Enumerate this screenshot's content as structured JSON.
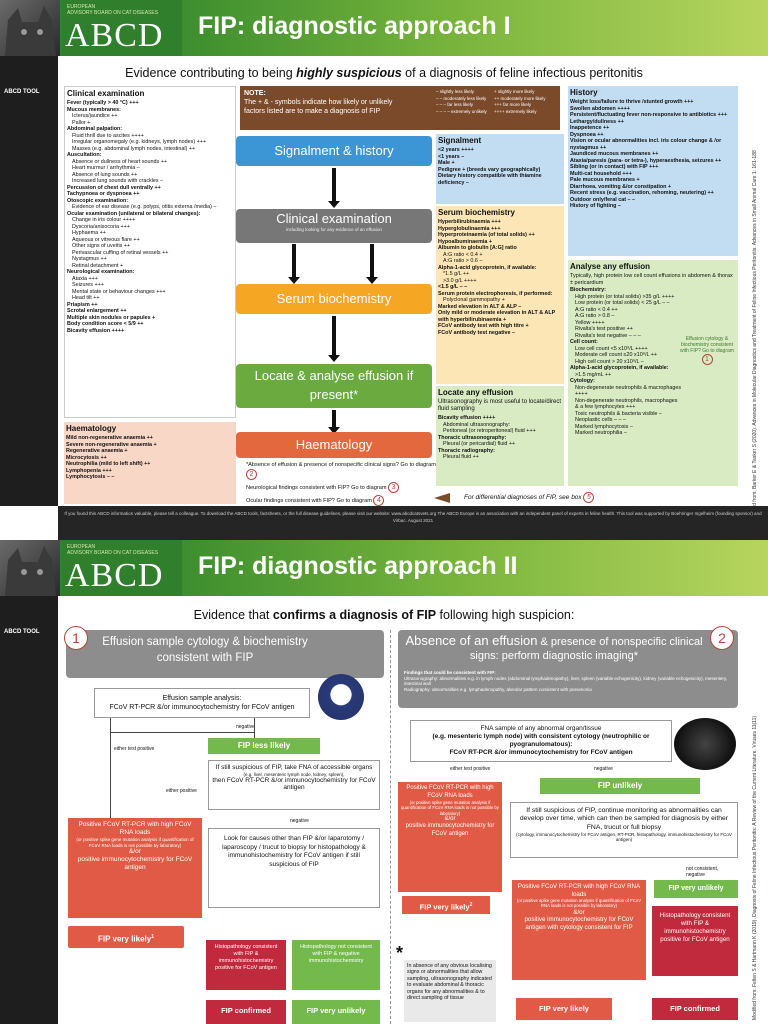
{
  "header": {
    "brand_top": "EUROPEAN",
    "brand_sub": "ADVISORY BOARD ON CAT DISEASES",
    "brand": "ABCD",
    "tool": "ABCD TOOL"
  },
  "p1": {
    "title": "FIP: diagnostic approach I",
    "subtitle_pre": "Evidence contributing to being ",
    "subtitle_em": "highly suspicious",
    "subtitle_post": " of a diagnosis of feline infectious peritonitis",
    "clinical": {
      "title": "Clinical examination",
      "lines": [
        "Fever (typically > 40 °C) +++",
        "Mucous membranes:",
        "Icterus/jaundice ++",
        "Pallor +",
        "Abdominal palpation:",
        "Fluid thrill due to ascites ++++",
        "Irregular organomegaly (e.g. kidneys, lymph nodes) +++",
        "Masses (e.g. abdominal lymph nodes, intestinal) ++",
        "Auscultation:",
        "Absence or dullness of heart sounds ++",
        "Heart murmur / arrhythmia –",
        "Absence of lung sounds ++",
        "Increased lung sounds with crackles –",
        "Percussion of chest dull ventrally ++",
        "Tachypnoea or dyspnoea ++",
        "Otoscopic examination:",
        "Evidence of ear disease (e.g. polyps, otitis externa /media) –",
        "Ocular examination (unilateral or bilateral changes):",
        "Change in iris colour ++++",
        "Dyscoria/anisocoria +++",
        "Hyphaema ++",
        "Aqueous or vitreous flare ++",
        "Other signs of uveitis ++",
        "Perivascular cuffing of retinal vessels ++",
        "Nystagmus ++",
        "Retinal detachment +",
        "Neurological examination:",
        "Ataxia +++",
        "Seizures +++",
        "Mental state or behaviour changes +++",
        "Head tilt ++",
        "Priapism ++",
        "Scrotal enlargement ++",
        "Multiple skin nodules or papules +",
        "Body condition score < 5/9 ++",
        "Bicavity effusion ++++"
      ]
    },
    "haem": {
      "title": "Haematology",
      "lines": [
        "Mild non-regenerative anaemia ++",
        "Severe non-regenerative anaemia +",
        "Regenerative anaemia +",
        "Microcytosis ++",
        "Neutrophilia (mild to left shift) ++",
        "Lymphopenia +++",
        "Lymphocytosis – –"
      ]
    },
    "note": {
      "title": "NOTE:",
      "text": "The + & - symbols indicate how likely or unlikely factors listed are to make a diagnosis of FIP",
      "legend": [
        "– slightly less likely",
        "+ slightly more likely",
        "– – moderately less likely",
        "++ moderately more likely",
        "– – – far less likely",
        "+++ far more likely",
        "– – – – extremely unlikely",
        "++++ extremely likely"
      ]
    },
    "flow": {
      "signalment": "Signalment & history",
      "clinical": "Clinical examination",
      "clinical_sub": "including looking for any evidence of an effusion",
      "serum": "Serum biochemistry",
      "effusion": "Locate & analyse effusion if present*",
      "haem": "Haematology"
    },
    "signal": {
      "title": "Signalment",
      "lines": [
        "<2 years ++++",
        "<1 years –",
        "Male +",
        "Pedigree + (breeds vary geographically)",
        "Dietary history compatible with thiamine deficiency –"
      ]
    },
    "serum": {
      "title": "Serum biochemistry",
      "lines": [
        "Hyperbilirubinaemia +++",
        "Hyperglobulinaemia +++",
        "Hyperproteinaemia (of total solids) ++",
        "Hypoalbuminaemia +",
        "Albumin to globulin [A:G] ratio",
        "A:G ratio < 0.4 +",
        "A:G ratio > 0.6 –",
        "Alpha-1-acid glycoprotein, if available:",
        "*1.5 g/L ++",
        ">3.0 g/L ++++",
        "<1.5 g/L – –",
        "Serum protein electrophoresis, if performed:",
        "Polyclonal gammopathy +",
        "Marked elevation in ALT & ALP –",
        "Only mild or moderate elevation in ALT & ALP with hyperbilirubinaemia +",
        "FCoV antibody test with high titre +",
        "FCoV antibody test negative –"
      ]
    },
    "locate": {
      "title": "Locate any effusion",
      "text": "Ultrasonography is most useful to locate/direct fluid sampling",
      "lines": [
        "Bicavity effusion ++++",
        "Abdominal ultrasonography:",
        "Peritoneal (or retroperitoneal) fluid +++",
        "Thoracic ultrasonography:",
        "Pleural (or pericardial) fluid ++",
        "Thoracic radiography:",
        "Pleural fluid ++"
      ]
    },
    "history": {
      "title": "History",
      "lines": [
        "Weight loss/failure to thrive /stunted growth +++",
        "Swollen abdomen ++++",
        "Persistent/fluctuating fever non-responsive to antibiotics +++",
        "Lethargy/dullness ++",
        "Inappetence ++",
        "Dyspnoea ++",
        "Vision or ocular abnormalities incl. iris colour change & /or nystagmus ++",
        "Jaundiced mucous membranes ++",
        "Ataxia/paresis (para- or tetra-), hyperaesthesia, seizures ++",
        "Sibling (or in contact) with FIP +++",
        "Multi-cat household +++",
        "Pale mucous membranes +",
        "Diarrhoea, vomiting &/or constipation +",
        "Recent stress (e.g. vaccination, rehoming, neutering) ++",
        "Outdoor only/feral cat – –",
        "History of fighting –"
      ]
    },
    "analyse": {
      "title": "Analyse any effusion",
      "intro": "Typically, high protein low cell count effusions in abdomen & thorax ± pericardium",
      "lines": [
        "Biochemistry:",
        "High protein (or total solids) >35 g/L ++++",
        "Low protein (or total solids) < 25 g/L – –",
        "A:G ratio < 0.4 ++",
        "A:G ratio > 0.8 –",
        "Yellow ++++",
        "Rivalta's test positive ++",
        "Rivalta's test negative – – –",
        "Cell count:",
        "Low cell count <5 x10⁹/L ++++",
        "Moderate cell count ≤20 x10⁹/L ++",
        "High cell count > 20 x10⁹/L –",
        "Alpha-1-acid glycoprotein, if available:",
        ">1.5 mg/mL ++",
        "Cytology:",
        "Non-degenerate neutrophils & macrophages ++++",
        "Non-degenerate neutrophils, macrophages & a few lymphocytes +++",
        "Toxic neutrophils & bacteria visible –",
        "Neoplastic cells – – –",
        "Marked lymphocytosis –",
        "Marked neutrophilia –"
      ],
      "note": "Effusion cytology & biochemistry consistent with FIP? Go to diagram"
    },
    "notes": [
      "*Absence of effusion & presence of nonspecific clinical signs? Go to diagram",
      "Neurological findings consistent with FIP? Go to diagram",
      "Ocular findings consistent with FIP? Go to diagram"
    ],
    "differential": "For differential diagnoses of FIP, see box",
    "ref": "Modified from: Barker E & Tasker S (2020). Advances in Molecular Diagnostics and Treatment of Feline Infectious Peritonitis. Advances in Small Animal Care 1: 161-188",
    "footer": "If you found this ABCD information valuable, please tell a colleague. To download the ABCD tools, factsheets, or the full disease guidelines, please visit our website: www.abcdcatsvets.org The ABCD Europe is an association with an independent panel of experts in feline health. This tool was supported by Boehringer Ingelheim (founding sponsor) and Virbac. August 2021"
  },
  "p2": {
    "title": "FIP: diagnostic approach II",
    "subtitle_pre": "Evidence that ",
    "subtitle_em": "confirms a diagnosis of FIP",
    "subtitle_post": " following high suspicion:",
    "left": {
      "num": "1",
      "head": "Effusion sample cytology & biochemistry consistent with FIP",
      "sample_title": "Effusion sample analysis:",
      "sample_text": "FCoV RT-PCR &/or immunocytochemistry for FCoV antigen",
      "neg": "negative",
      "either": "either test positive",
      "either2": "either positive",
      "less": "FIP less likely",
      "fna": "If still suspicious of FIP, take FNA of accessible organs",
      "fna_small": "(e.g. liver, mesenteric lymph node, kidney, spleen),",
      "fna_then": "then FCoV RT-PCR &/or immunocytochemistry for FCoV antigen",
      "pos": "Positive FCoV RT-PCR with high FCoV RNA loads",
      "pos_small": "(or positive spike gene mutation analysis if quantification of FCoV RNA loads is not possible by laboratory)",
      "andor": "&/or",
      "pos2": "positive immunocytochemistry for FCoV antigen",
      "look": "Look for causes other than FIP &/or laparotomy / laparoscopy / trucut to biopsy for histopathology & immunohistochemistry for FCoV antigen if still suspicious of FIP",
      "neg2": "negative",
      "vlikely": "FIP very likely",
      "sup1": "1",
      "histo": "Histopathology consistent with FIP & immunohistochemistry positive for FCoV antigen",
      "histo_not": "Histopathology not consistent with FIP & negative immunohistochemistry",
      "confirmed": "FIP confirmed",
      "vunlikely": "FIP very unlikely"
    },
    "right": {
      "num": "2",
      "head_a": "Absence of an effusion",
      "head_b": " & presence of nonspecific clinical signs: perform diagnostic imaging*",
      "findings": "Findings that could be consistent with FIP:",
      "us": "Ultrasonography: abnormalities e.g. in lymph nodes (abdominal lymphadenopathy), liver, spleen (variable echogenicity), kidney (variable echogenicity), mesentery, intestinal wall",
      "rad": "Radiography: abnormalities e.g. lymphadenopathy, alveolar pattern consistent with pneumonia",
      "fna": "FNA sample of any abnormal organ/tissue",
      "fna_sub": "(e.g. mesenteric lymph node) with consistent cytology (neutrophilic or pyogranulomatous):",
      "fna_test": "FCoV RT-PCR &/or immunocytochemistry for FCoV antigen",
      "either": "either test positive",
      "neg": "negative",
      "unlikely": "FIP unlikely",
      "pos": "Positive FCoV RT-PCR with high FCoV RNA loads",
      "pos_small": "(or positive spike gene mutation analysis if quantification of FCoV RNA loads is not possible by laboratory)",
      "andor": "&/or",
      "pos2": "positive immunocytochemistry for FCoV antigen",
      "vlikely": "FIP very likely",
      "sup2": "2",
      "monitor": "If still suspicious of FIP, continue monitoring as abnormalities can develop over time, which can then be sampled for diagnosis by either FNA, trucut or full biopsy",
      "monitor_small": "(cytology, immunocytochemistry for FCoV antigen, RT-PCR, histopathology, immunohistochemistry for FCoV antigen)",
      "pos3": "Positive FCoV RT-PCR with high FCoV RNA loads",
      "pos3_small": "(or positive spike gene mutation analysis if quantification of FCoV RNA loads is not possible by laboratory)",
      "pos3b": "positive immunocytochemistry for FCoV antigen with cytology consistent for FIP",
      "notcons": "not consistent, negative",
      "vunlikely": "FIP very unlikely",
      "histo": "Histopathology consistent with FIP & immunohistochemistry positive for FCoV antigen",
      "confirmed": "FIP confirmed",
      "vlikely2": "FIP very likely"
    },
    "star": "*",
    "star_text": "In absence of any obvious localising signs or abnormalities that allow sampling, ultrasonography indicated to evaluate abdominal & thoracic organs for any abnormalities & to direct sampling of tissue",
    "ref": "Modified from: Felten S & Hartmann K (2019). Diagnosis of Feline Infectious Peritonitis: A Review of the Current Literature. Viruses 11(11)"
  }
}
